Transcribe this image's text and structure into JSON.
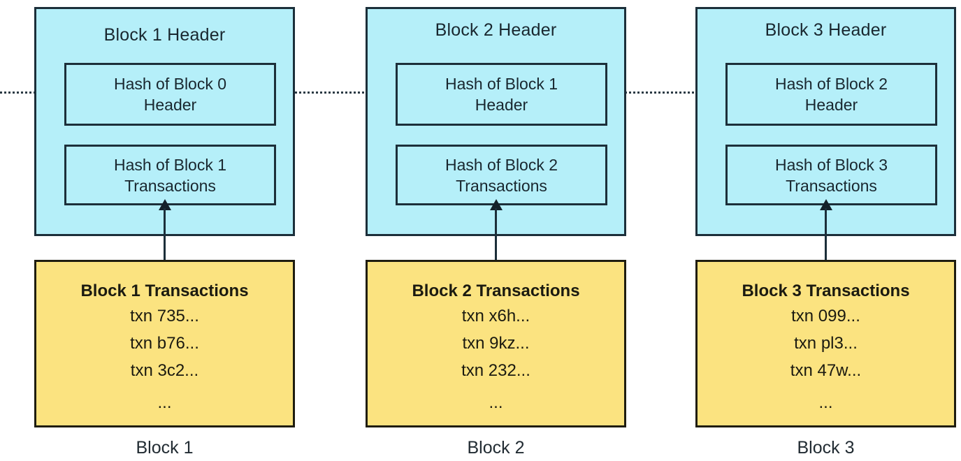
{
  "diagram": {
    "title": "Blockchain block chaining diagram",
    "colors": {
      "header_fill": "#b5eff9",
      "header_border": "#1c2f3a",
      "transactions_fill": "#fbe380",
      "transactions_border": "#1f1d10",
      "arrow": "#14212a",
      "background": "#ffffff"
    }
  },
  "blocks": [
    {
      "header_title": "Block 1 Header",
      "prev_hash_line1": "Hash of Block 0",
      "prev_hash_line2": "Header",
      "txn_hash_line1": "Hash of Block 1",
      "txn_hash_line2": "Transactions",
      "transactions_title": "Block 1 Transactions",
      "transactions": [
        "txn 735...",
        "txn b76...",
        "txn 3c2..."
      ],
      "transactions_more": "...",
      "caption": "Block 1"
    },
    {
      "header_title": "Block 2 Header",
      "prev_hash_line1": "Hash of Block 1",
      "prev_hash_line2": "Header",
      "txn_hash_line1": "Hash of Block 2",
      "txn_hash_line2": "Transactions",
      "transactions_title": "Block 2 Transactions",
      "transactions": [
        "txn x6h...",
        "txn 9kz...",
        "txn 232..."
      ],
      "transactions_more": "...",
      "caption": "Block 2"
    },
    {
      "header_title": "Block 3 Header",
      "prev_hash_line1": "Hash of Block 2",
      "prev_hash_line2": "Header",
      "txn_hash_line1": "Hash of Block 3",
      "txn_hash_line2": "Transactions",
      "transactions_title": "Block 3 Transactions",
      "transactions": [
        "txn 099...",
        "txn pl3...",
        "txn 47w..."
      ],
      "transactions_more": "...",
      "caption": "Block 3"
    }
  ]
}
